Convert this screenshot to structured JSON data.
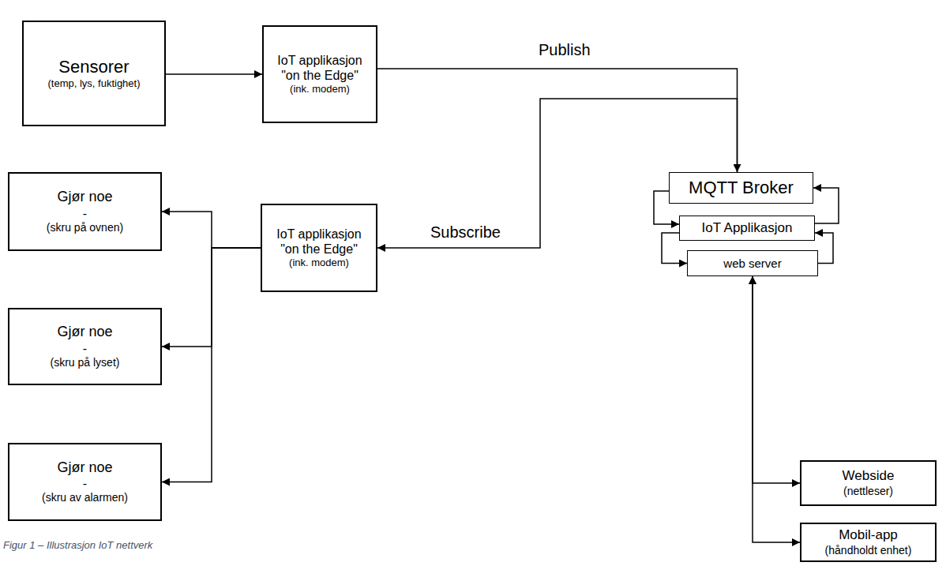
{
  "diagram": {
    "caption": "Figur 1 – Illustrasjon IoT nettverk",
    "nodes": [
      {
        "text": [
          "Sensorer",
          "(temp, lys, fuktighet)"
        ]
      },
      {
        "text": [
          "IoT applikasjon \"on the Edge\"",
          "(ink. modem)"
        ]
      },
      {
        "text": []
      },
      {
        "text": [
          "MQTT Broker"
        ],
        "in": 2
      },
      {
        "text": [
          "IoT Applikasjon"
        ],
        "in": 2
      },
      {
        "text": [
          "web server"
        ],
        "in": 2
      },
      {
        "text": [
          "Gjør noe",
          "-",
          "(skru på ovnen)"
        ]
      },
      {
        "text": [
          "IoT applikasjon \"on the Edge\"",
          "(ink. modem)"
        ]
      },
      {
        "text": [
          "Gjør noe",
          "-",
          "(skru på lyset)"
        ]
      },
      {
        "text": [
          "Gjør noe",
          "-",
          "(skru av alarmen)"
        ]
      },
      {
        "text": [
          "Webside",
          "(nettleser)"
        ]
      },
      {
        "text": [
          "Mobil-app",
          "(håndholdt enhet)"
        ]
      }
    ],
    "edges": [
      {
        "from": 0,
        "to": 1,
        "arrow": "to"
      },
      {
        "from": 1,
        "to": 3,
        "label": "Publish",
        "arrow": "to"
      },
      {
        "from": 3,
        "to": 7,
        "label": "Subscribe",
        "arrow": "to"
      },
      {
        "from": 7,
        "to": 6,
        "arrow": "to"
      },
      {
        "from": 7,
        "to": 8,
        "arrow": "to"
      },
      {
        "from": 7,
        "to": 9,
        "arrow": "to"
      },
      {
        "from": 3,
        "to": 4,
        "arrow": "to"
      },
      {
        "from": 4,
        "to": 5,
        "arrow": "to"
      },
      {
        "from": 5,
        "to": 4,
        "arrow": "to"
      },
      {
        "from": 4,
        "to": 3,
        "arrow": "to"
      },
      {
        "from": 5,
        "to": 10,
        "arrow": "both"
      },
      {
        "from": 5,
        "to": 11,
        "arrow": "both"
      }
    ]
  }
}
